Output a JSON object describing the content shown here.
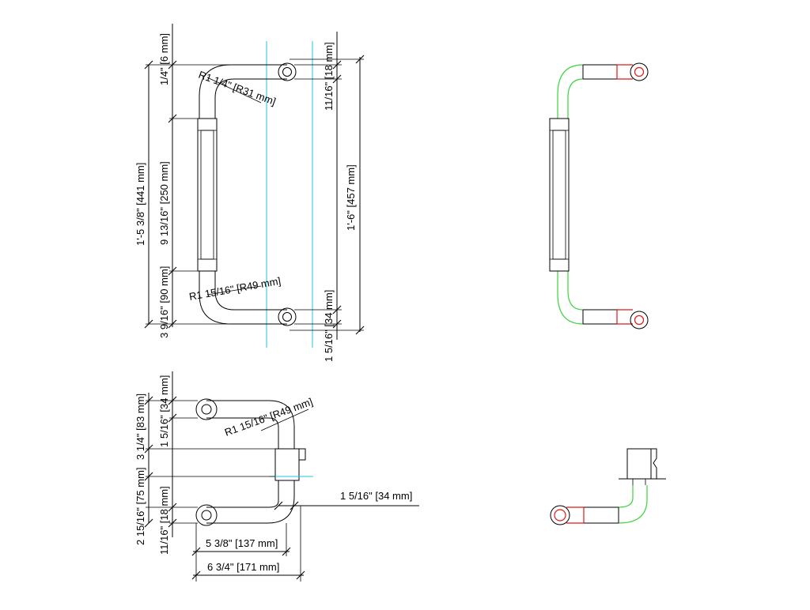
{
  "front_view": {
    "dims": {
      "top_offset": "1/4\" [6 mm]",
      "bend_radius_top": "R1 1/4\" [R31 mm]",
      "eye_top": "11/16\" [18 mm]",
      "overall_height": "1'-5 3/8\" [441 mm]",
      "grip_length": "9 13/16\" [250 mm]",
      "lower_bend": "3 9/16\" [90 mm]",
      "bend_radius_bottom": "R1 15/16\" [R49 mm]",
      "total_height": "1'-6\" [457 mm]",
      "eye_bottom": "1 5/16\" [34 mm]"
    }
  },
  "side_view": {
    "dims": {
      "eye_diameter": "1 5/16\" [34 mm]",
      "top_width": "3 1/4\" [83 mm]",
      "bend_radius": "R1 15/16\" [R49 mm]",
      "side_width": "2 15/16\" [75 mm]",
      "bottom_eye": "11/16\" [18 mm]",
      "tube_diameter": "1 5/16\" [34 mm]",
      "projection_inner": "5 3/8\" [137 mm]",
      "projection_outer": "6 3/4\" [171 mm]"
    }
  },
  "colors": {
    "geometry": "#000000",
    "centerline": "#22c4e0",
    "bend_segment": "#3ad63a",
    "straight_segment": "#e01818",
    "section_fill": "#e6d82a"
  }
}
